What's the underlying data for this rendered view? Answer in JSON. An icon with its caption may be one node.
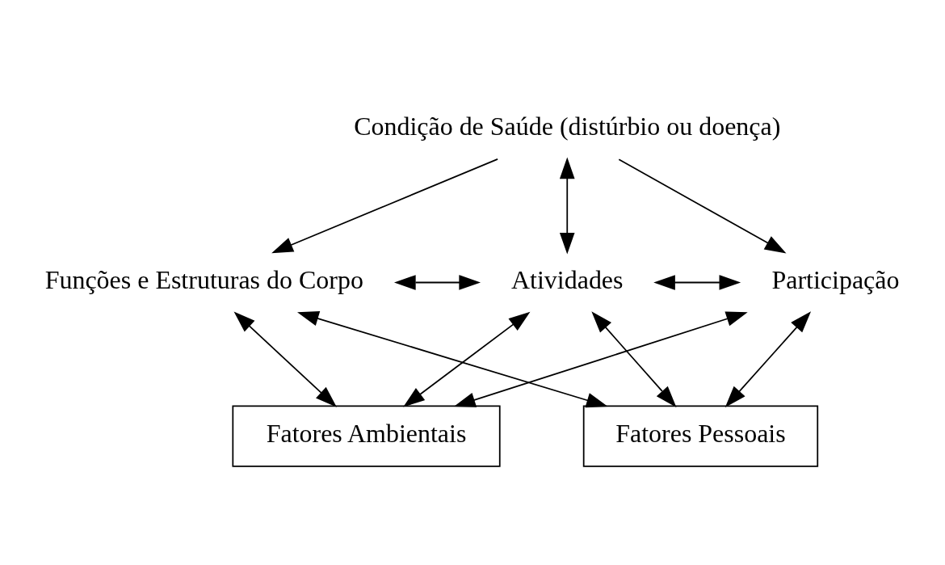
{
  "diagram": {
    "nodes": [
      {
        "text": [
          "Condição de Saúde (distúrbio ou doença)"
        ]
      },
      {
        "text": [
          "Funções e Estruturas do Corpo"
        ]
      },
      {
        "text": [
          "Atividades"
        ]
      },
      {
        "text": [
          "Participação"
        ]
      },
      {
        "text": [
          "Fatores Ambientais"
        ]
      },
      {
        "text": [
          "Fatores Pessoais"
        ]
      }
    ],
    "edges": [
      {
        "from": 0,
        "to": 2,
        "arrow": "both"
      },
      {
        "from": 0,
        "to": 1,
        "arrow": "to"
      },
      {
        "from": 0,
        "to": 3,
        "arrow": "to"
      },
      {
        "from": 1,
        "to": 2,
        "arrow": "both"
      },
      {
        "from": 2,
        "to": 3,
        "arrow": "both"
      },
      {
        "from": 4,
        "to": 1,
        "arrow": "both"
      },
      {
        "from": 4,
        "to": 2,
        "arrow": "both"
      },
      {
        "from": 4,
        "to": 3,
        "arrow": "both"
      },
      {
        "from": 5,
        "to": 1,
        "arrow": "both"
      },
      {
        "from": 5,
        "to": 2,
        "arrow": "both"
      },
      {
        "from": 5,
        "to": 3,
        "arrow": "both"
      }
    ]
  }
}
